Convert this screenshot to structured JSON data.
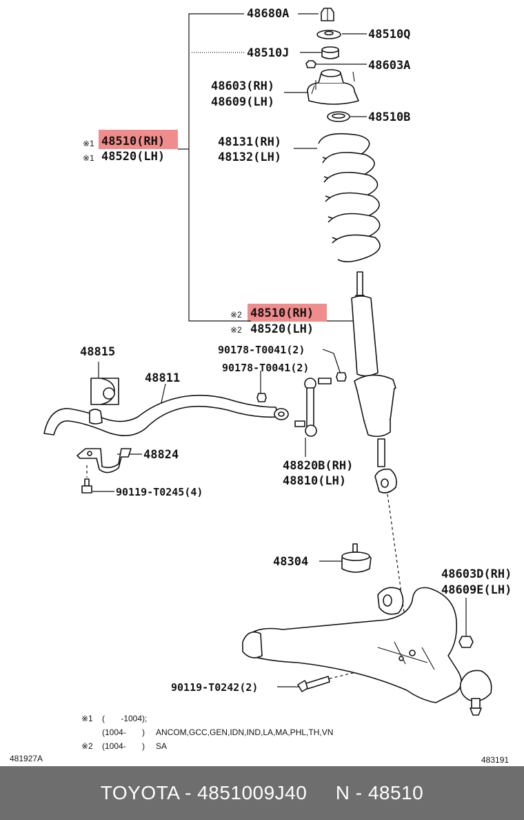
{
  "diagram": {
    "labels": {
      "p48680A": "48680A",
      "p48510Q": "48510Q",
      "p48510J": "48510J",
      "p48603A": "48603A",
      "p48603RH": "48603(RH)",
      "p48609LH": "48609(LH)",
      "p48510B": "48510B",
      "mark1a": "※1",
      "p48510RH_1": "48510(RH)",
      "mark1b": "※1",
      "p48520LH_1": "48520(LH)",
      "p48131RH": "48131(RH)",
      "p48132LH": "48132(LH)",
      "mark2a": "※2",
      "p48510RH_2": "48510(RH)",
      "mark2b": "※2",
      "p48520LH_2": "48520(LH)",
      "p48815": "48815",
      "p48811": "48811",
      "p90178a": "90178-T0041(2)",
      "p90178b": "90178-T0041(2)",
      "p48824": "48824",
      "p90119_0245": "90119-T0245(4)",
      "p48820B": "48820B(RH)",
      "p48810": "48810(LH)",
      "p48304": "48304",
      "p48603D": "48603D(RH)",
      "p48609E": "48609E(LH)",
      "p90119_0242": "90119-T0242(2)"
    },
    "notes": {
      "n1_mark": "※1",
      "n1_range": "(       -1004);",
      "n1b_range": "(1004-       )",
      "n1b_codes": "ANCOM,GCC,GEN,IDN,IND,LA,MA,PHL,TH,VN",
      "n2_mark": "※2",
      "n2_range": "(1004-       )",
      "n2_code": "SA"
    },
    "codes": {
      "left": "481927A",
      "right": "483191"
    },
    "highlight_color": "#f08c8c"
  },
  "footer": {
    "text": "TOYOTA - 4851009J40     N - 48510",
    "bg": "#6e6e6e"
  }
}
